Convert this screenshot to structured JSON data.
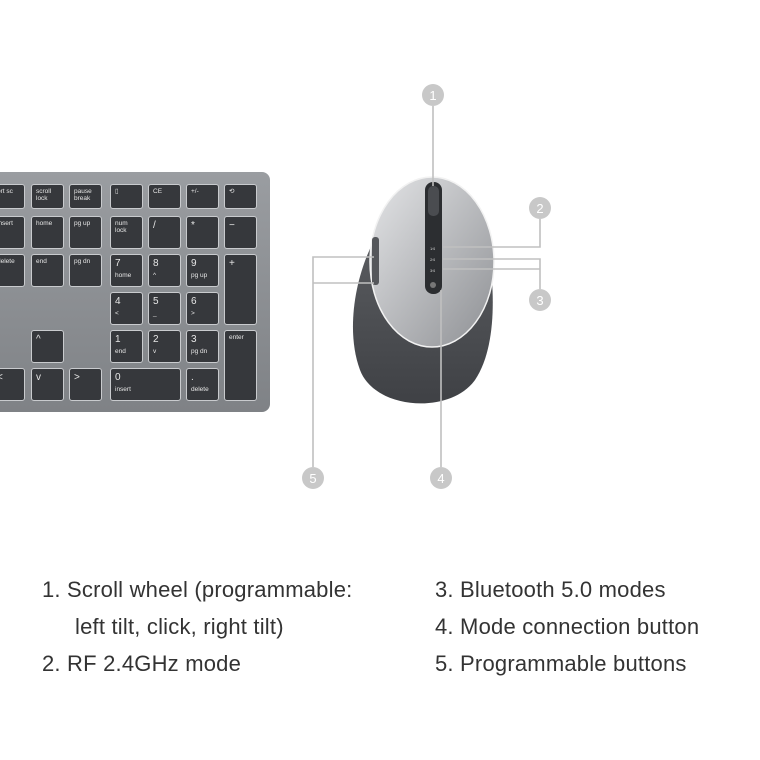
{
  "keyboard": {
    "keys": [
      {
        "label": "prt sc",
        "sub": ""
      },
      {
        "label": "scroll lock",
        "sub": ""
      },
      {
        "label": "pause break",
        "sub": ""
      },
      {
        "label": "▯",
        "sub": ""
      },
      {
        "label": "CE",
        "sub": ""
      },
      {
        "label": "+/-",
        "sub": ""
      },
      {
        "label": "⟲",
        "sub": ""
      },
      {
        "label": "insert",
        "sub": ""
      },
      {
        "label": "home",
        "sub": ""
      },
      {
        "label": "pg up",
        "sub": ""
      },
      {
        "label": "num lock",
        "sub": ""
      },
      {
        "label": "/",
        "sub": ""
      },
      {
        "label": "*",
        "sub": ""
      },
      {
        "label": "−",
        "sub": ""
      },
      {
        "label": "delete",
        "sub": ""
      },
      {
        "label": "end",
        "sub": ""
      },
      {
        "label": "pg dn",
        "sub": ""
      },
      {
        "label": "7",
        "sub": "home"
      },
      {
        "label": "8",
        "sub": "^"
      },
      {
        "label": "9",
        "sub": "pg up"
      },
      {
        "label": "+",
        "sub": ""
      },
      {
        "label": "4",
        "sub": "<"
      },
      {
        "label": "5",
        "sub": "_"
      },
      {
        "label": "6",
        "sub": ">"
      },
      {
        "label": "^",
        "sub": ""
      },
      {
        "label": "1",
        "sub": "end"
      },
      {
        "label": "2",
        "sub": "v"
      },
      {
        "label": "3",
        "sub": "pg dn"
      },
      {
        "label": "enter",
        "sub": ""
      },
      {
        "label": "<",
        "sub": ""
      },
      {
        "label": "v",
        "sub": ""
      },
      {
        "label": ">",
        "sub": ""
      },
      {
        "label": "0",
        "sub": "insert"
      },
      {
        "label": ".",
        "sub": "delete"
      }
    ]
  },
  "mouse": {
    "mode_labels": [
      "1⁄4",
      "2⁄4",
      "3⁄4"
    ]
  },
  "callouts": [
    "1",
    "2",
    "3",
    "4",
    "5"
  ],
  "legend": {
    "left": [
      "1. Scroll wheel (programmable:",
      "left tilt, click, right tilt)",
      "2. RF 2.4GHz mode"
    ],
    "right": [
      "3. Bluetooth 5.0 modes",
      "4. Mode connection button",
      "5. Programmable buttons"
    ]
  },
  "colors": {
    "callout": "#c8c8c8",
    "line": "#bdbdbd",
    "key": "#36383c",
    "body": "#8a8d91"
  }
}
